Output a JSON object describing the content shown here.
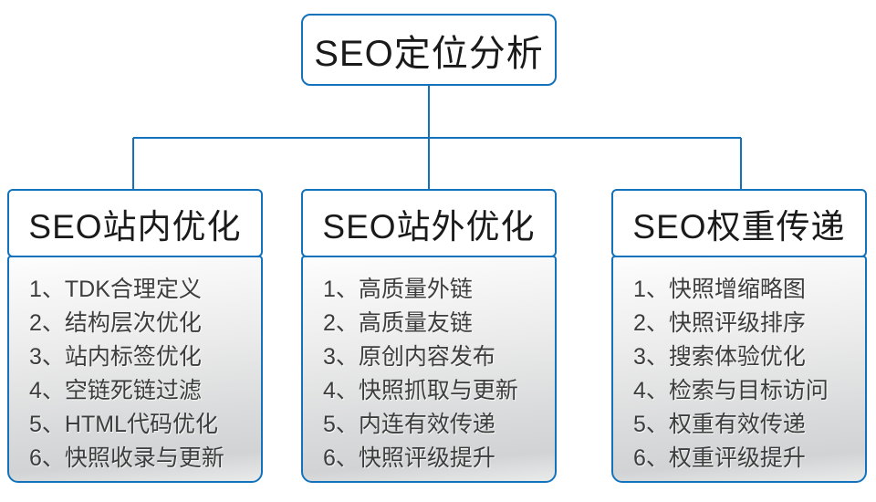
{
  "colors": {
    "accent": "#1273bc",
    "item_text": "#3d3d3d",
    "header_text": "#1a1a1a"
  },
  "root": {
    "title": "SEO定位分析"
  },
  "columns": [
    {
      "header": "SEO站内优化",
      "items": [
        "1、TDK合理定义",
        "2、结构层次优化",
        "3、站内标签优化",
        "4、空链死链过滤",
        "5、HTML代码优化",
        "6、快照收录与更新"
      ]
    },
    {
      "header": "SEO站外优化",
      "items": [
        "1、高质量外链",
        "2、高质量友链",
        "3、原创内容发布",
        "4、快照抓取与更新",
        "5、内连有效传递",
        "6、快照评级提升"
      ]
    },
    {
      "header": "SEO权重传递",
      "items": [
        "1、快照增缩略图",
        "2、快照评级排序",
        "3、搜索体验优化",
        "4、检索与目标访问",
        "5、权重有效传递",
        "6、权重评级提升"
      ]
    }
  ]
}
